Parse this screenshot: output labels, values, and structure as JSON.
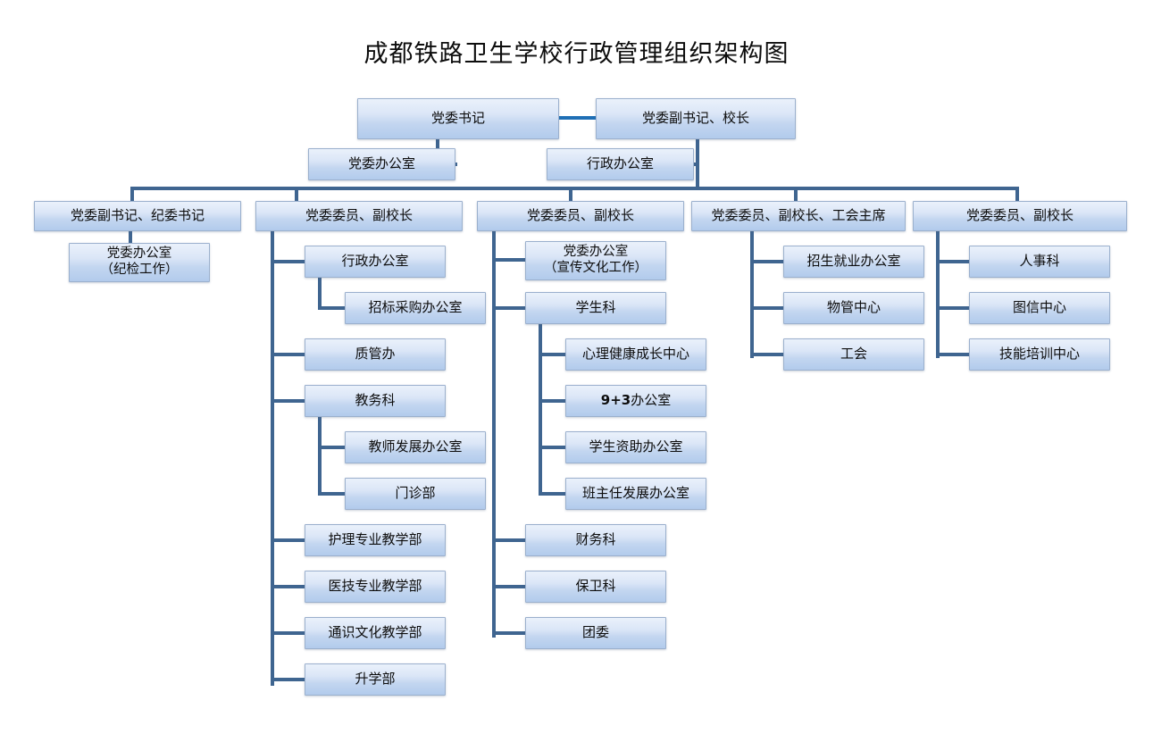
{
  "title": "成都铁路卫生学校行政管理组织架构图",
  "colors": {
    "node_fill_top": "#eaf1fb",
    "node_fill_bottom": "#b2cbec",
    "node_border": "#9bb0cd",
    "connector": "#3f6590",
    "connector_highlight": "#1f6fb5",
    "text": "#0d0d0d",
    "background": "#ffffff"
  },
  "nodes": {
    "party_secretary": "党委书记",
    "deputy_secretary_principal": "党委副书记、校长",
    "party_office_top": "党委办公室",
    "admin_office_top": "行政办公室",
    "col1_head": "党委副书记、纪委书记",
    "col1_child1": "党委办公室\n（纪检工作）",
    "col2_head": "党委委员、副校长",
    "col2_c1": "行政办公室",
    "col2_c1_s1": "招标采购办公室",
    "col2_c2": "质管办",
    "col2_c3": "教务科",
    "col2_c3_s1": "教师发展办公室",
    "col2_c3_s2": "门诊部",
    "col2_c4": "护理专业教学部",
    "col2_c5": "医技专业教学部",
    "col2_c6": "通识文化教学部",
    "col2_c7": "升学部",
    "col3_head": "党委委员、副校长",
    "col3_c1": "党委办公室\n（宣传文化工作）",
    "col3_c2": "学生科",
    "col3_c2_s1": "心理健康成长中心",
    "col3_c2_s2_bold": "9+3",
    "col3_c2_s2_rest": "办公室",
    "col3_c2_s3": "学生资助办公室",
    "col3_c2_s4": "班主任发展办公室",
    "col3_c3": "财务科",
    "col3_c4": "保卫科",
    "col3_c5": "团委",
    "col4_head": "党委委员、副校长、工会主席",
    "col4_c1": "招生就业办公室",
    "col4_c2": "物管中心",
    "col4_c3": "工会",
    "col5_head": "党委委员、副校长",
    "col5_c1": "人事科",
    "col5_c2": "图信中心",
    "col5_c3": "技能培训中心"
  }
}
